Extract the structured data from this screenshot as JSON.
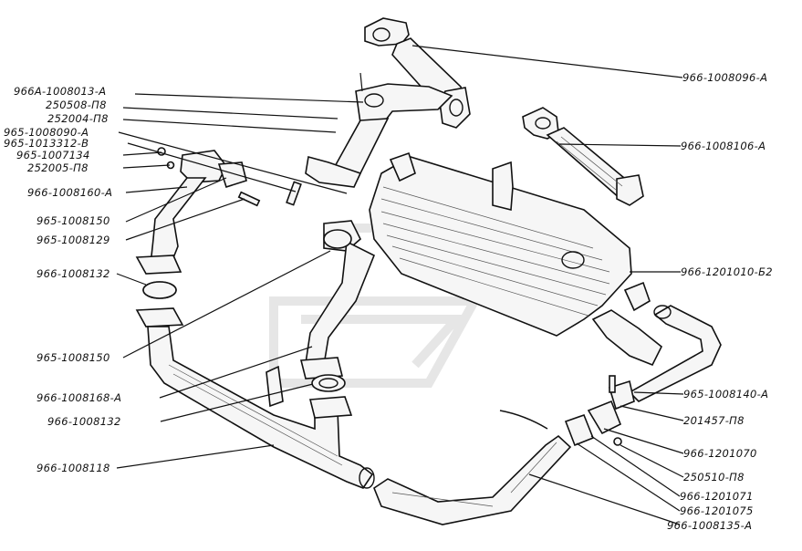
{
  "labels": {
    "l1": "966-1008096-А",
    "l2": "966А-1008013-А",
    "l3": "250508-П8",
    "l4": "252004-П8",
    "l5": "965-1008090-А",
    "l6": "965-1013312-В",
    "l7": "965-1007134",
    "l8": "252005-П8",
    "l9": "966-1008106-А",
    "l10": "966-1008160-А",
    "l11": "965-1008150",
    "l12": "965-1008129",
    "l13": "966-1008132",
    "l14": "966-1201010-Б2",
    "l15": "965-1008150",
    "l16": "966-1008168-А",
    "l17": "966-1008132",
    "l18": "965-1008140-А",
    "l19": "201457-П8",
    "l20": "966-1008118",
    "l21": "966-1201070",
    "l22": "250510-П8",
    "l23": "966-1201071",
    "l24": "966-1201075",
    "l25": "966-1008135-А"
  },
  "colors": {
    "line": "#111111",
    "watermark": "#e6e6e6",
    "background": "#ffffff"
  }
}
